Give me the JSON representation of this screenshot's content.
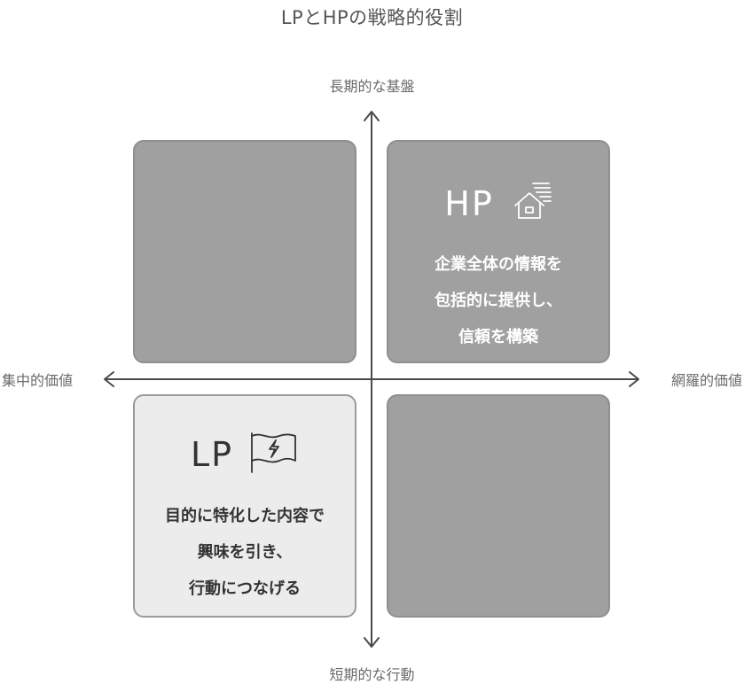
{
  "title": "LPとHPの戦略的役割",
  "axes": {
    "top": "長期的な基盤",
    "bottom": "短期的な行動",
    "left": "集中的価値",
    "right": "網羅的価値"
  },
  "quadrants": {
    "top_left": {},
    "top_right": {
      "name": "HP",
      "icon": "house-speed-icon",
      "lines": [
        "企業全体の情報を",
        "包括的に提供し、",
        "信頼を構築"
      ]
    },
    "bottom_left": {
      "name": "LP",
      "icon": "flag-lightning-icon",
      "lines": [
        "目的に特化した内容で",
        "興味を引き、",
        "行動につなげる"
      ]
    },
    "bottom_right": {}
  },
  "colors": {
    "quadrant_dark": "#a0a0a0",
    "quadrant_light": "#ececec",
    "axis": "#4a4a4a"
  }
}
